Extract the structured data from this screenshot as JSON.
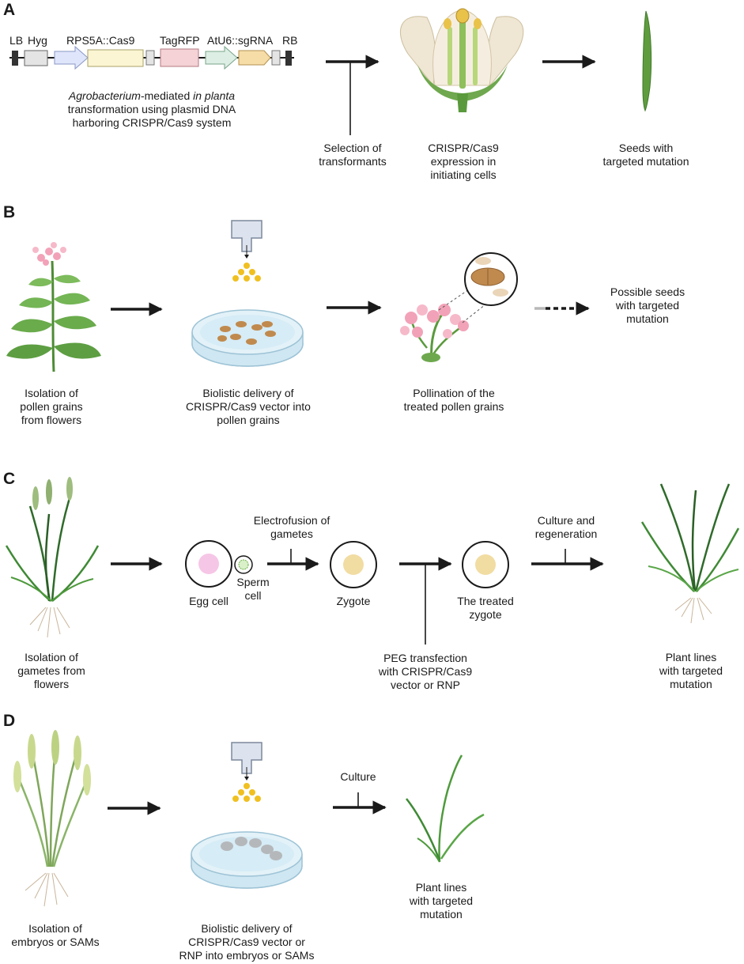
{
  "panel_a": {
    "label": "A",
    "construct_labels": [
      "LB",
      "Hyg",
      "RPS5A::Cas9",
      "TagRFP",
      "AtU6::sgRNA",
      "RB"
    ],
    "transformation_caption": {
      "agrobacterium": "Agrobacterium",
      "mediated": "-mediated ",
      "in_planta": "in planta",
      "line2": "transformation using plasmid DNA",
      "line3": "harboring CRISPR/Cas9 system"
    },
    "selection_caption": [
      "Selection of",
      "transformants"
    ],
    "expression_caption": [
      "CRISPR/Cas9",
      "expression in",
      "initiating cells"
    ],
    "seeds_caption": [
      "Seeds with",
      "targeted mutation"
    ]
  },
  "panel_b": {
    "label": "B",
    "isolation_caption": [
      "Isolation of",
      "pollen grains",
      "from flowers"
    ],
    "biolistic_caption": [
      "Biolistic delivery of",
      "CRISPR/Cas9 vector into",
      "pollen grains"
    ],
    "pollination_caption": [
      "Pollination of the",
      "treated pollen grains"
    ],
    "possible_seeds_caption": [
      "Possible seeds",
      "with targeted",
      "mutation"
    ]
  },
  "panel_c": {
    "label": "C",
    "isolation_caption": [
      "Isolation of",
      "gametes from",
      "flowers"
    ],
    "egg_cell": "Egg cell",
    "sperm_cell": [
      "Sperm",
      "cell"
    ],
    "electrofusion_caption": [
      "Electrofusion of",
      "gametes"
    ],
    "zygote": "Zygote",
    "peg_caption": [
      "PEG transfection",
      "with CRISPR/Cas9",
      "vector or RNP"
    ],
    "treated_zygote": [
      "The treated",
      "zygote"
    ],
    "culture_caption": [
      "Culture and",
      "regeneration"
    ],
    "plant_lines_caption": [
      "Plant lines",
      "with targeted",
      "mutation"
    ]
  },
  "panel_d": {
    "label": "D",
    "isolation_caption": [
      "Isolation of",
      "embryos or SAMs"
    ],
    "biolistic_caption": [
      "Biolistic delivery of",
      "CRISPR/Cas9 vector or",
      "RNP into embryos or SAMs"
    ],
    "culture_caption": "Culture",
    "plant_lines_caption": [
      "Plant lines",
      "with targeted",
      "mutation"
    ]
  },
  "colors": {
    "arrow": "#1a1a1a",
    "leaf_green": "#4e9a3c",
    "dark_green": "#2f6b2a",
    "flower_pink": "#f2a2b8",
    "pollen_tan": "#c08a4e",
    "dish_blue": "#cfe7f2",
    "gold": "#f0c020",
    "egg_pink": "#f6c6e6",
    "zygote_tan": "#f1dca2"
  }
}
